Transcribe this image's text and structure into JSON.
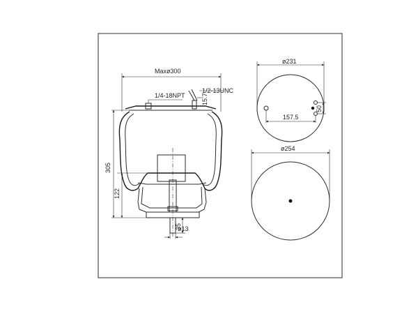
{
  "dimensions": {
    "max_diameter": "Maxø300",
    "port_thread": "1/4-18NPT",
    "stud_thread": "1/2-13UNC",
    "stud_offset": "15.7",
    "overall_height": "305",
    "lower_height": "122",
    "bottom_stud_length": "35",
    "bottom_stud_diameter": "ø13",
    "top_plate_diameter": "ø231",
    "bolt_circle": "157.5",
    "bolt_offset": "50",
    "bottom_plate_diameter": "ø254"
  }
}
